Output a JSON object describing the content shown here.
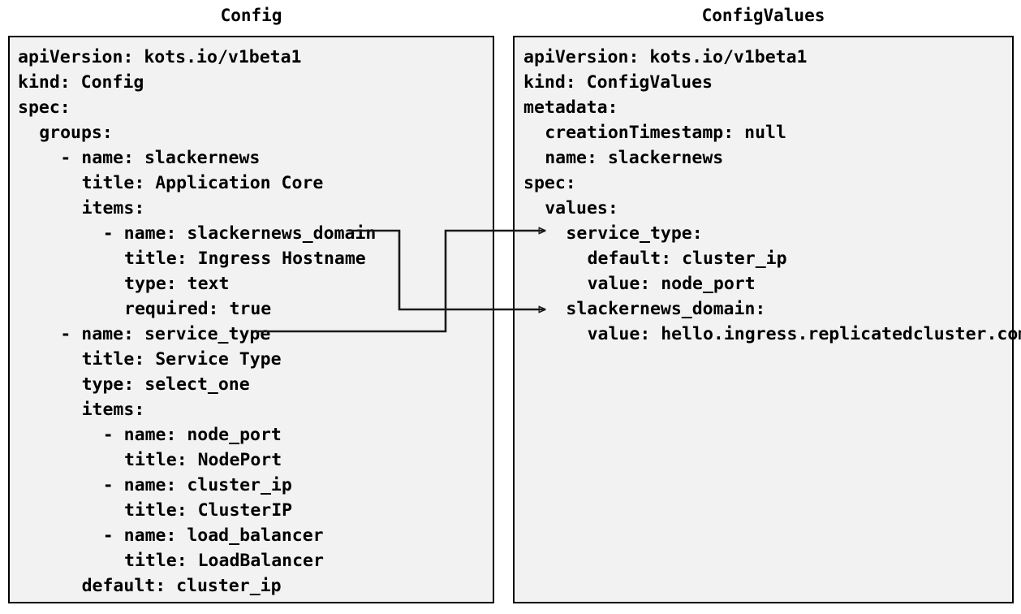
{
  "diagram": {
    "type": "two-panel-yaml-mapping",
    "background_color": "#ffffff",
    "panel_fill": "#f2f2f2",
    "panel_border_color": "#000000",
    "text_color": "#000000",
    "connector_color": "#1a1a1a"
  },
  "panels": {
    "left": {
      "title": "Config",
      "lines": [
        {
          "indent": 0,
          "text": "apiVersion: kots.io/v1beta1"
        },
        {
          "indent": 0,
          "text": "kind: Config"
        },
        {
          "indent": 0,
          "text": "spec:"
        },
        {
          "indent": 1,
          "text": "groups:"
        },
        {
          "indent": 2,
          "text": "- name: slackernews"
        },
        {
          "indent": 3,
          "text": "title: Application Core"
        },
        {
          "indent": 3,
          "text": "items:"
        },
        {
          "indent": 4,
          "text": "- name: slackernews_domain"
        },
        {
          "indent": 5,
          "text": "title: Ingress Hostname"
        },
        {
          "indent": 5,
          "text": "type: text"
        },
        {
          "indent": 5,
          "text": "required: true"
        },
        {
          "indent": 2,
          "text": "- name: service_type"
        },
        {
          "indent": 3,
          "text": "title: Service Type"
        },
        {
          "indent": 3,
          "text": "type: select_one"
        },
        {
          "indent": 3,
          "text": "items:"
        },
        {
          "indent": 4,
          "text": "- name: node_port"
        },
        {
          "indent": 5,
          "text": "title: NodePort"
        },
        {
          "indent": 4,
          "text": "- name: cluster_ip"
        },
        {
          "indent": 5,
          "text": "title: ClusterIP"
        },
        {
          "indent": 4,
          "text": "- name: load_balancer"
        },
        {
          "indent": 5,
          "text": "title: LoadBalancer"
        },
        {
          "indent": 3,
          "text": "default: cluster_ip"
        }
      ]
    },
    "right": {
      "title": "ConfigValues",
      "lines": [
        {
          "indent": 0,
          "text": "apiVersion: kots.io/v1beta1"
        },
        {
          "indent": 0,
          "text": "kind: ConfigValues"
        },
        {
          "indent": 0,
          "text": "metadata:"
        },
        {
          "indent": 1,
          "text": "creationTimestamp: null"
        },
        {
          "indent": 1,
          "text": "name: slackernews"
        },
        {
          "indent": 0,
          "text": "spec:"
        },
        {
          "indent": 1,
          "text": "values:"
        },
        {
          "indent": 2,
          "text": "service_type:"
        },
        {
          "indent": 3,
          "text": "default: cluster_ip"
        },
        {
          "indent": 3,
          "text": "value: node_port"
        },
        {
          "indent": 2,
          "text": "slackernews_domain:"
        },
        {
          "indent": 3,
          "text": "value: hello.ingress.replicatedcluster.com"
        }
      ]
    }
  },
  "connectors": [
    {
      "name": "slackernews-domain-mapping",
      "from": "Config: - name: slackernews_domain",
      "to": "ConfigValues: slackernews_domain:"
    },
    {
      "name": "service-type-mapping",
      "from": "Config: - name: service_type",
      "to": "ConfigValues: service_type:"
    }
  ]
}
